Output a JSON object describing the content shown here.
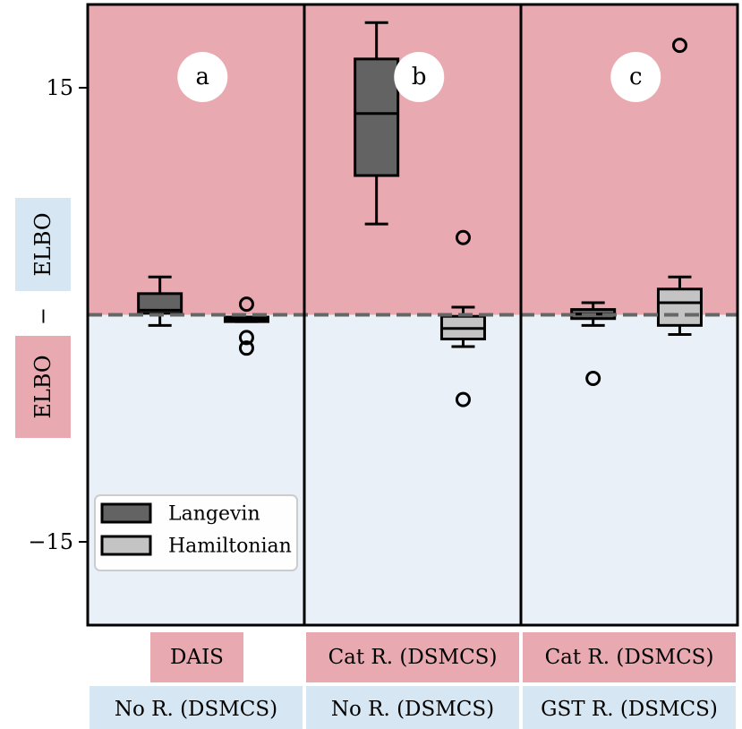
{
  "chart_data": {
    "type": "box",
    "ylim": [
      -20.5,
      20.5
    ],
    "yticks": [
      {
        "value": 15,
        "label": "15"
      },
      {
        "value": -15,
        "label": "−15"
      }
    ],
    "reference_line": 0,
    "ylabel": {
      "upper": "ELBO",
      "upper_color": "#d6e6f2",
      "separator": "−",
      "lower": "ELBO",
      "lower_color": "#e8a9b0"
    },
    "colors": {
      "positive_region": "#e8a9b0",
      "negative_region": "#e9f0f8",
      "langevin": "#636363",
      "hamiltonian": "#c4c4c4",
      "reference_line": "#666666",
      "label_red": "#e8a9b0",
      "label_blue": "#d6e6f2"
    },
    "legend": {
      "position": "lower-left",
      "entries": [
        {
          "label": "Langevin",
          "series": "langevin"
        },
        {
          "label": "Hamiltonian",
          "series": "hamiltonian"
        }
      ]
    },
    "panels": [
      {
        "id": "a",
        "label": "a",
        "x_label_top": "DAIS",
        "x_label_bottom": "No R. (DSMCS)",
        "boxes": [
          {
            "series": "langevin",
            "whisker_low": -0.7,
            "q1": 0.1,
            "median": 0.3,
            "q3": 1.4,
            "whisker_high": 2.5,
            "outliers": []
          },
          {
            "series": "hamiltonian",
            "whisker_low": -0.45,
            "q1": -0.45,
            "median": -0.3,
            "q3": -0.15,
            "whisker_high": -0.15,
            "outliers": [
              0.7,
              -1.5,
              -2.2
            ]
          }
        ]
      },
      {
        "id": "b",
        "label": "b",
        "x_label_top": "Cat R. (DSMCS)",
        "x_label_bottom": "No R. (DSMCS)",
        "boxes": [
          {
            "series": "langevin",
            "whisker_low": 6.0,
            "q1": 9.2,
            "median": 13.3,
            "q3": 16.9,
            "whisker_high": 19.3,
            "outliers": []
          },
          {
            "series": "hamiltonian",
            "whisker_low": -2.1,
            "q1": -1.6,
            "median": -0.9,
            "q3": -0.1,
            "whisker_high": 0.5,
            "outliers": [
              5.1,
              -5.6
            ]
          }
        ]
      },
      {
        "id": "c",
        "label": "c",
        "x_label_top": "Cat R. (DSMCS)",
        "x_label_bottom": "GST R. (DSMCS)",
        "boxes": [
          {
            "series": "langevin",
            "whisker_low": -0.7,
            "q1": -0.25,
            "median": 0.05,
            "q3": 0.35,
            "whisker_high": 0.8,
            "outliers": [
              -4.2
            ]
          },
          {
            "series": "hamiltonian",
            "whisker_low": -1.3,
            "q1": -0.7,
            "median": 0.8,
            "q3": 1.7,
            "whisker_high": 2.5,
            "outliers": [
              17.8
            ]
          }
        ]
      }
    ]
  }
}
